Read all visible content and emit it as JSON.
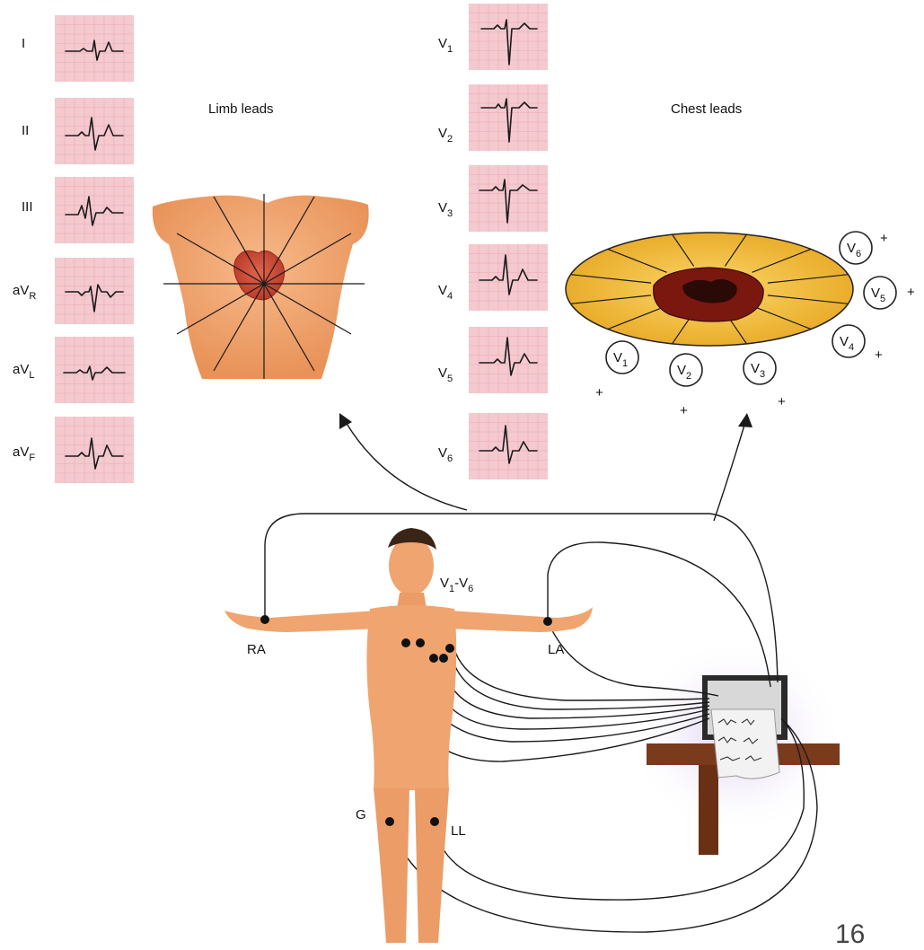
{
  "titles": {
    "limb": "Limb leads",
    "chest": "Chest leads"
  },
  "limb_leads": [
    {
      "main": "I",
      "sub": ""
    },
    {
      "main": "II",
      "sub": ""
    },
    {
      "main": "III",
      "sub": ""
    },
    {
      "main": "aV",
      "sub": "R"
    },
    {
      "main": "aV",
      "sub": "L"
    },
    {
      "main": "aV",
      "sub": "F"
    }
  ],
  "chest_leads": [
    {
      "main": "V",
      "sub": "1"
    },
    {
      "main": "V",
      "sub": "2"
    },
    {
      "main": "V",
      "sub": "3"
    },
    {
      "main": "V",
      "sub": "4"
    },
    {
      "main": "V",
      "sub": "5"
    },
    {
      "main": "V",
      "sub": "6"
    }
  ],
  "body_labels": {
    "ra": "RA",
    "la": "LA",
    "ll": "LL",
    "g": "G",
    "v_main": "V",
    "v_sub1": "1",
    "v_dash": "-V",
    "v_sub2": "6"
  },
  "polarity_sign": "+",
  "page_number": "16",
  "colors": {
    "ecg_paper": "#f4c9cf",
    "skin": "#f0a470",
    "chest_disc": "#f2c03a",
    "heart": "#8a1c14",
    "machine_glow": "#c9b3e6"
  }
}
